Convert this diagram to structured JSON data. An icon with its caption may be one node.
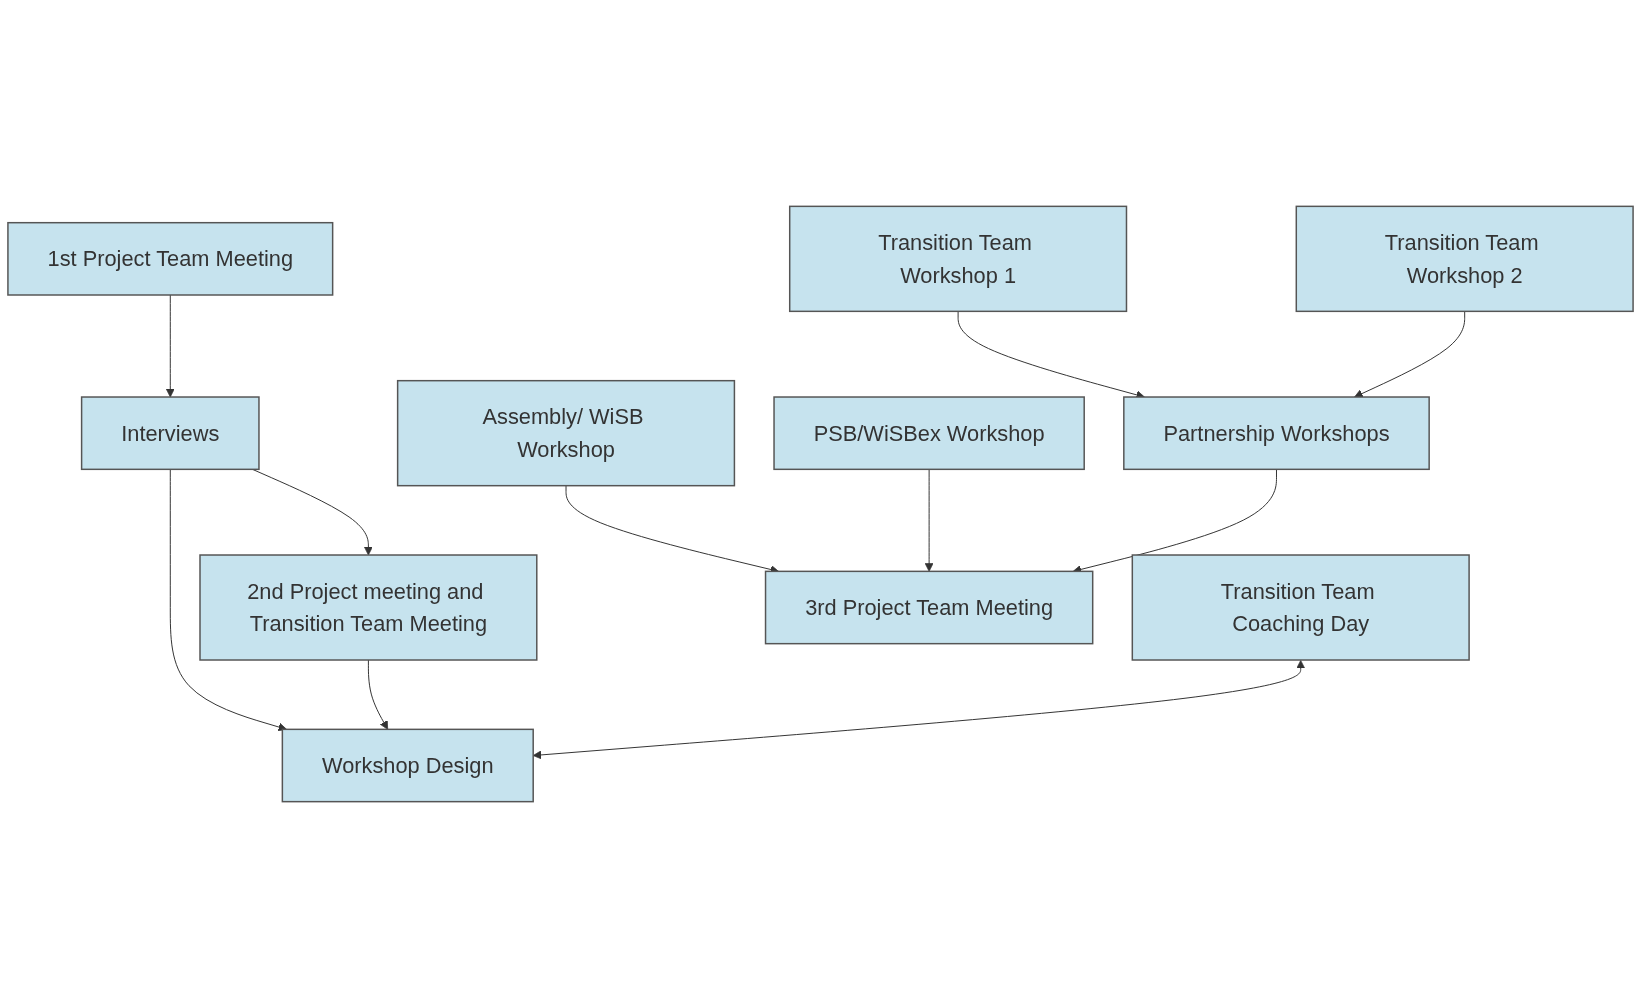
{
  "diagram": {
    "nodes": [
      {
        "text": [
          "1st Project Team Meeting"
        ]
      },
      {
        "text": [
          "Interviews"
        ]
      },
      {
        "text": [
          "2nd Project meeting and Transition Team Meeting"
        ]
      },
      {
        "text": [
          "Workshop Design"
        ]
      },
      {
        "text": [
          "Transition Team Coaching Day"
        ]
      },
      {
        "text": [
          "Transition Team Workshop 1"
        ]
      },
      {
        "text": [
          "Transition Team Workshop 2"
        ]
      },
      {
        "text": [
          "Assembly/ WiSB Workshop"
        ]
      },
      {
        "text": [
          "PSB/WiSBex Workshop"
        ]
      },
      {
        "text": [
          "Partnership Workshops"
        ]
      },
      {
        "text": [
          "3rd Project Team Meeting"
        ]
      }
    ],
    "edges": [
      {
        "from": 0,
        "to": 1,
        "arrow": "to"
      },
      {
        "from": 1,
        "to": 2,
        "arrow": "to"
      },
      {
        "from": 1,
        "to": 3,
        "arrow": "to"
      },
      {
        "from": 2,
        "to": 3,
        "arrow": "to"
      },
      {
        "from": 4,
        "to": 3,
        "arrow": "both"
      },
      {
        "from": 5,
        "to": 9,
        "arrow": "to"
      },
      {
        "from": 6,
        "to": 9,
        "arrow": "to"
      },
      {
        "from": 7,
        "to": 10,
        "arrow": "to"
      },
      {
        "from": 8,
        "to": 10,
        "arrow": "to"
      },
      {
        "from": 9,
        "to": 10,
        "arrow": "to"
      }
    ]
  }
}
